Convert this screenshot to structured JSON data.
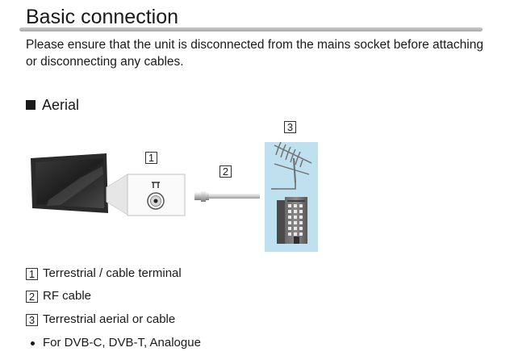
{
  "page": {
    "title": "Basic connection",
    "intro": "Please ensure that the unit is disconnected from the mains socket before attaching or disconnecting any cables."
  },
  "aerial": {
    "heading": "Aerial",
    "diagram_labels": [
      "1",
      "2",
      "3"
    ]
  },
  "legend": [
    {
      "num": "1",
      "text": "Terrestrial / cable terminal"
    },
    {
      "num": "2",
      "text": "RF cable"
    },
    {
      "num": "3",
      "text": "Terrestrial aerial or cable"
    }
  ],
  "note": "For DVB-C, DVB-T, Analogue",
  "colors": {
    "accent_panel": "#bfe0ef",
    "rule": "#b5b5b5",
    "tv_frame": "#2a2a2a"
  },
  "icons": {
    "tv": "tv-icon",
    "terminal": "aerial-terminal-icon",
    "cable": "rf-cable-icon",
    "antenna": "antenna-icon",
    "building": "building-icon"
  }
}
